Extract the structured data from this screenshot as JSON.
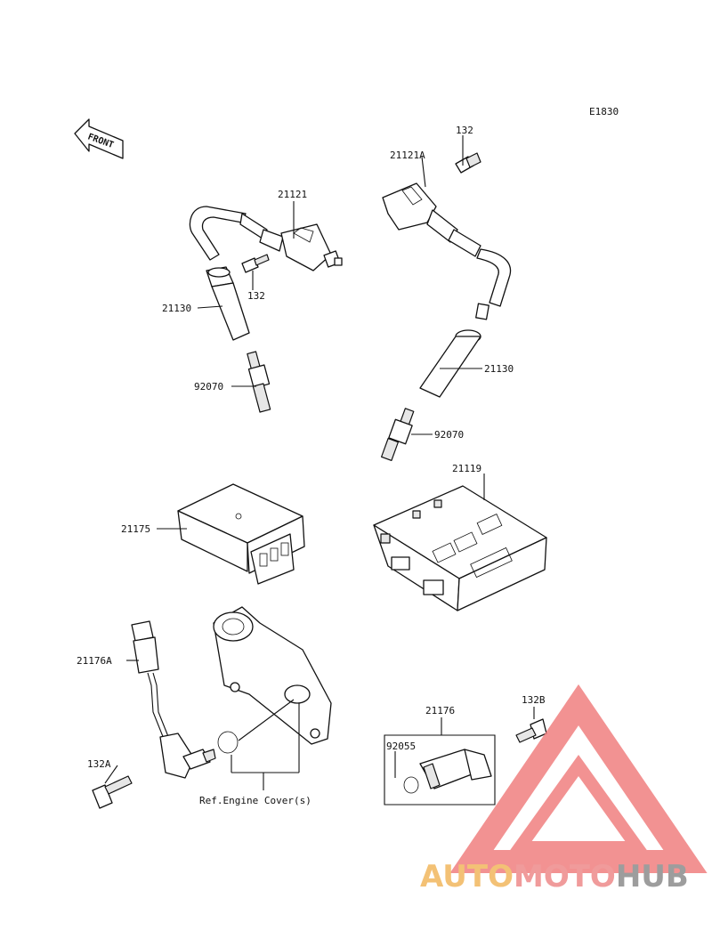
{
  "diagram": {
    "code": "E1830",
    "front_label": "FRONT",
    "labels": {
      "coil_left": "21121",
      "coil_right": "21121A",
      "bolt_top_right": "132",
      "bolt_left": "132",
      "cap_left": "21130",
      "cap_right": "21130",
      "plug_left": "92070",
      "plug_right": "92070",
      "regulator": "21175",
      "ecu": "21119",
      "sensor_left": "21176A",
      "bolt_sensor_left": "132A",
      "sensor_right": "21176",
      "bolt_sensor_right": "132B",
      "oring": "92055",
      "ref_note": "Ref.Engine Cover(s)"
    }
  },
  "watermark": {
    "part1": "AUTO",
    "part2": "MOTO",
    "part3": "HUB",
    "color_auto": "#f2b75e",
    "color_moto": "#ee8a8a",
    "color_hub": "#8c8c8c",
    "triangle_color": "#f08080"
  }
}
